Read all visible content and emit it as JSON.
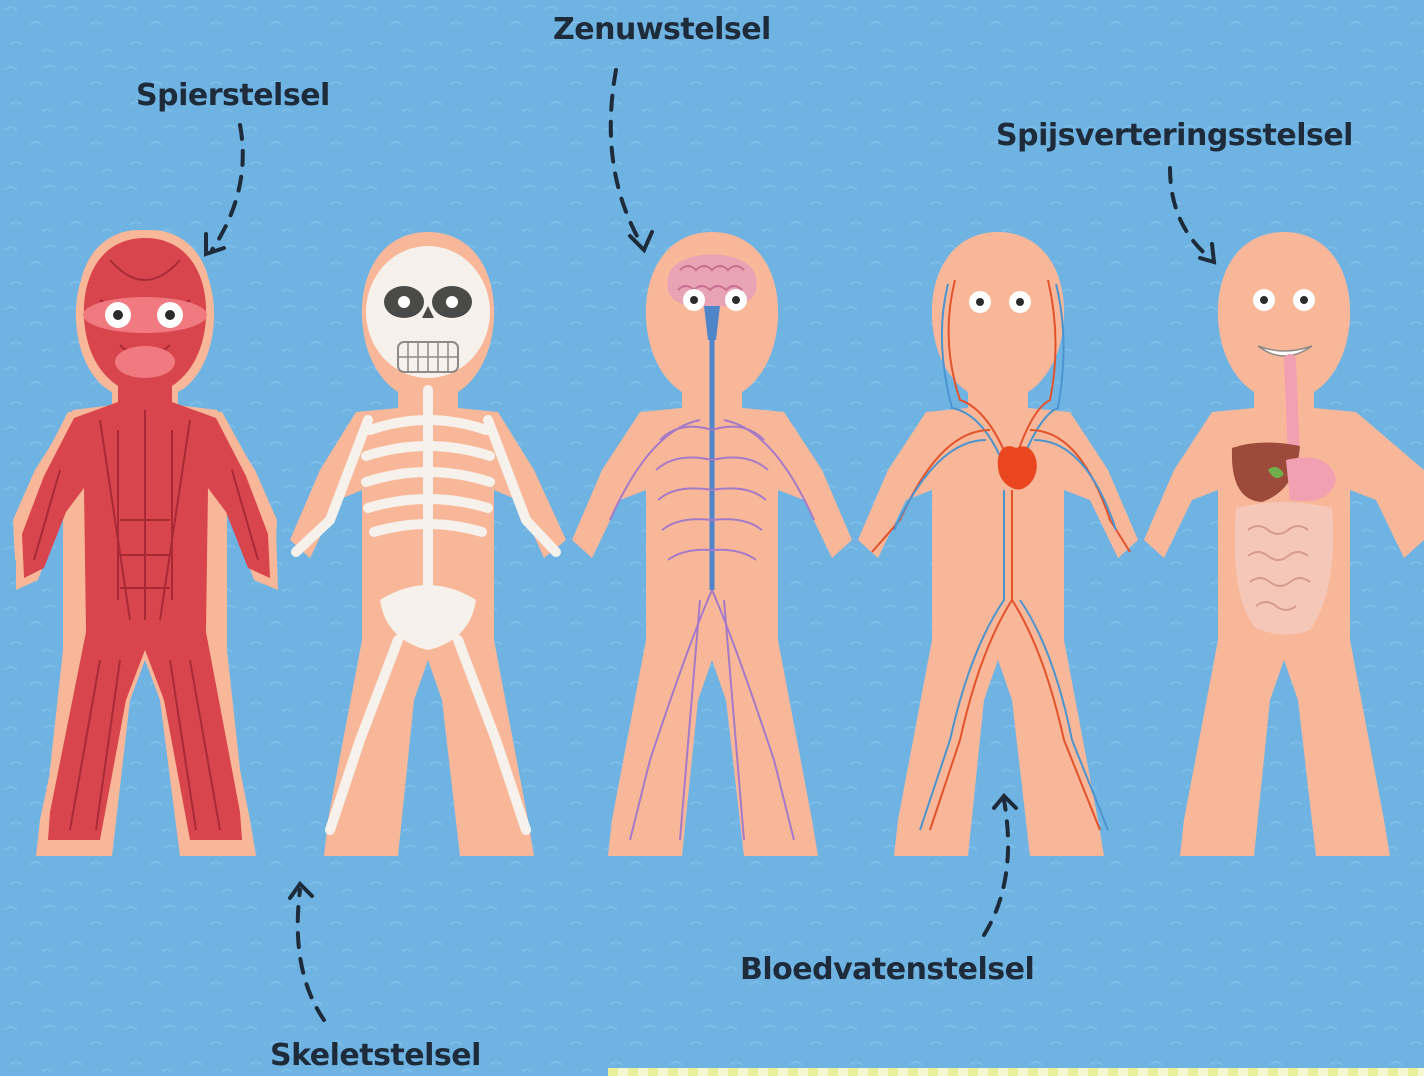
{
  "labels": {
    "muscle": "Spierstelsel",
    "nerve": "Zenuwstelsel",
    "digest": "Spijsverteringsstelsel",
    "blood": "Bloedvatenstelsel",
    "skeleton": "Skeletstelsel"
  },
  "colors": {
    "background": "#6fb3e3",
    "skin": "#f9b79a",
    "muscle": "#d8454d",
    "bone": "#f6f1ea",
    "nerve": "#a57ac6",
    "spine_nerve": "#4f86c9",
    "artery": "#e2532c",
    "vein": "#4a94cf",
    "heart": "#e8471f",
    "liver": "#9c4a3a",
    "intestine": "#f4c7b9",
    "text": "#1d2b3a"
  },
  "figures": [
    {
      "system": "muscle",
      "label_ref": "muscle"
    },
    {
      "system": "skeleton",
      "label_ref": "skeleton"
    },
    {
      "system": "nervous",
      "label_ref": "nerve"
    },
    {
      "system": "circulatory",
      "label_ref": "blood"
    },
    {
      "system": "digestive",
      "label_ref": "digest"
    }
  ]
}
